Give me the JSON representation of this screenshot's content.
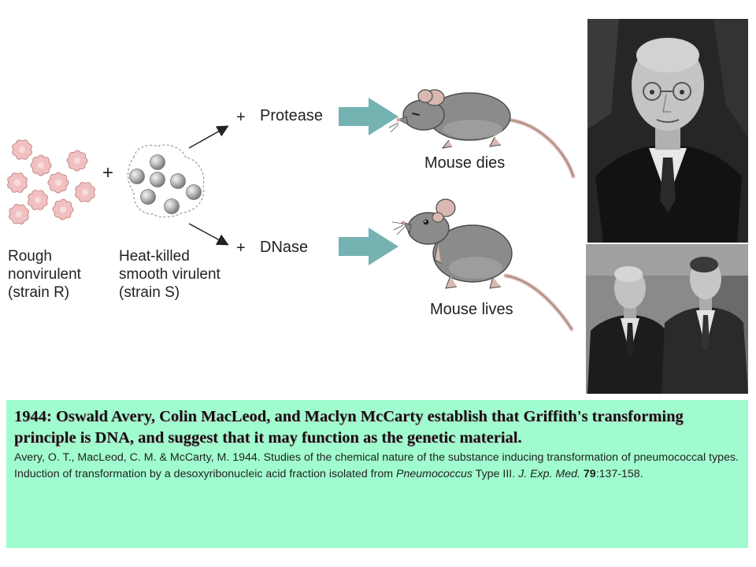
{
  "diagram": {
    "strain_r_label": [
      "Rough",
      "nonvirulent",
      "(strain R)"
    ],
    "strain_s_label": [
      "Heat-killed",
      "smooth virulent",
      "(strain S)"
    ],
    "plus_sign": "+",
    "protease_branch": {
      "plus": "+",
      "enzyme": "Protease",
      "outcome": "Mouse dies"
    },
    "dnase_branch": {
      "plus": "+",
      "enzyme": "DNase",
      "outcome": "Mouse lives"
    },
    "colors": {
      "rough_cell": "#f1c1c1",
      "smooth_cell": "#b8b8b8",
      "arrow": "#75b3b3",
      "mouse_body": "#8b8b8b",
      "mouse_pink": "#d8b8b0"
    }
  },
  "photos": {
    "top": {
      "subject": "portrait-photo",
      "tone": "grayscale"
    },
    "bottom": {
      "subject": "two-men-photo",
      "tone": "grayscale"
    }
  },
  "caption": {
    "background": "#a0fcce",
    "headline": "1944: Oswald Avery, Colin MacLeod, and Maclyn McCarty establish that Griffith's transforming principle is DNA, and suggest that it may function as the genetic material.",
    "citation_authors": "Avery, O. T., MacLeod,  C. M. & McCarty, M.  1944.  Studies of the chemical nature of the substance inducing transformation of pneumococcal  types. Induction of transformation by a desoxyribonucleic acid fraction isolated from ",
    "citation_species": "Pneumococcus",
    "citation_type": " Type III. ",
    "citation_journal": "J. Exp. Med.",
    "citation_space": " ",
    "citation_volume": "79",
    "citation_pages": ":137-158."
  }
}
